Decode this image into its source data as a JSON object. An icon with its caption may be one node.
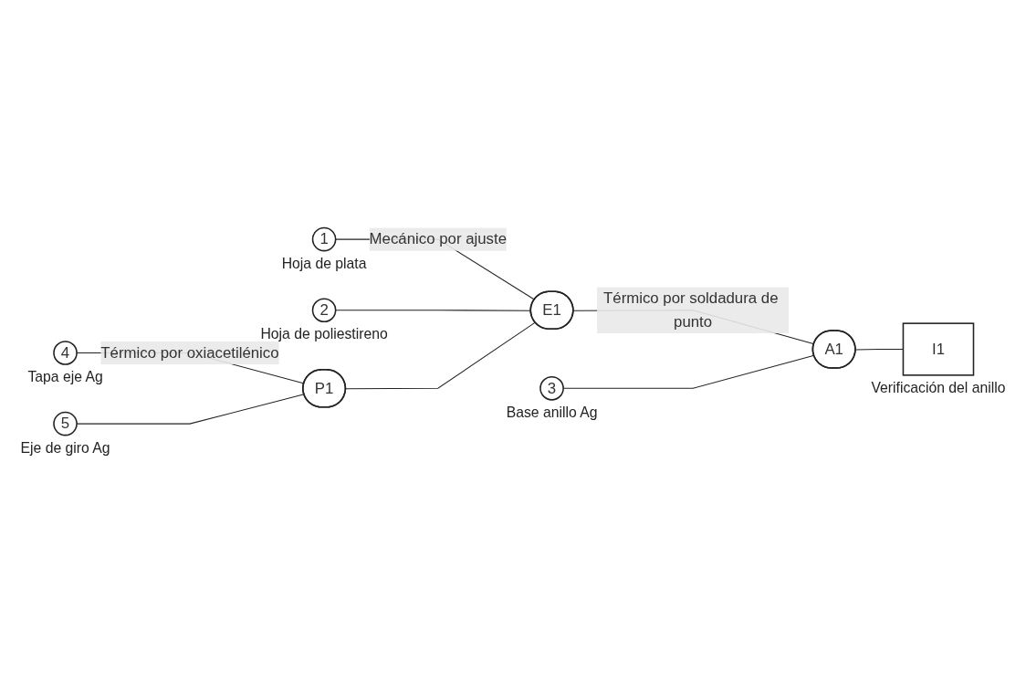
{
  "diagram": {
    "nodes": [
      {
        "text": [
          "1"
        ],
        "beside": [
          "Hoja de plata"
        ]
      },
      {
        "text": [
          "2"
        ],
        "beside": [
          "Hoja de poliestireno"
        ]
      },
      {
        "text": [
          "3"
        ],
        "beside": [
          "Base anillo Ag"
        ]
      },
      {
        "text": [
          "4"
        ],
        "beside": [
          "Tapa eje Ag"
        ]
      },
      {
        "text": [
          "5"
        ],
        "beside": [
          "Eje de giro Ag"
        ]
      },
      {
        "text": [
          "P1"
        ]
      },
      {
        "text": [
          "E1"
        ]
      },
      {
        "text": [
          "A1"
        ]
      },
      {
        "text": [
          "I1"
        ],
        "beside": [
          "Verificación del anillo"
        ]
      }
    ],
    "edges": [
      {
        "from": 0,
        "to": 6,
        "arrow": "none",
        "label": "Mecánico por ajuste"
      },
      {
        "from": 1,
        "to": 6,
        "arrow": "none"
      },
      {
        "from": 3,
        "to": 5,
        "arrow": "none",
        "label": "Térmico por oxiacetilénico"
      },
      {
        "from": 4,
        "to": 5,
        "arrow": "none"
      },
      {
        "from": 5,
        "to": 6,
        "arrow": "none"
      },
      {
        "from": 6,
        "to": 7,
        "arrow": "none",
        "label": "Térmico por soldadura de punto"
      },
      {
        "from": 2,
        "to": 7,
        "arrow": "none"
      },
      {
        "from": 7,
        "to": 8,
        "arrow": "none"
      }
    ]
  }
}
